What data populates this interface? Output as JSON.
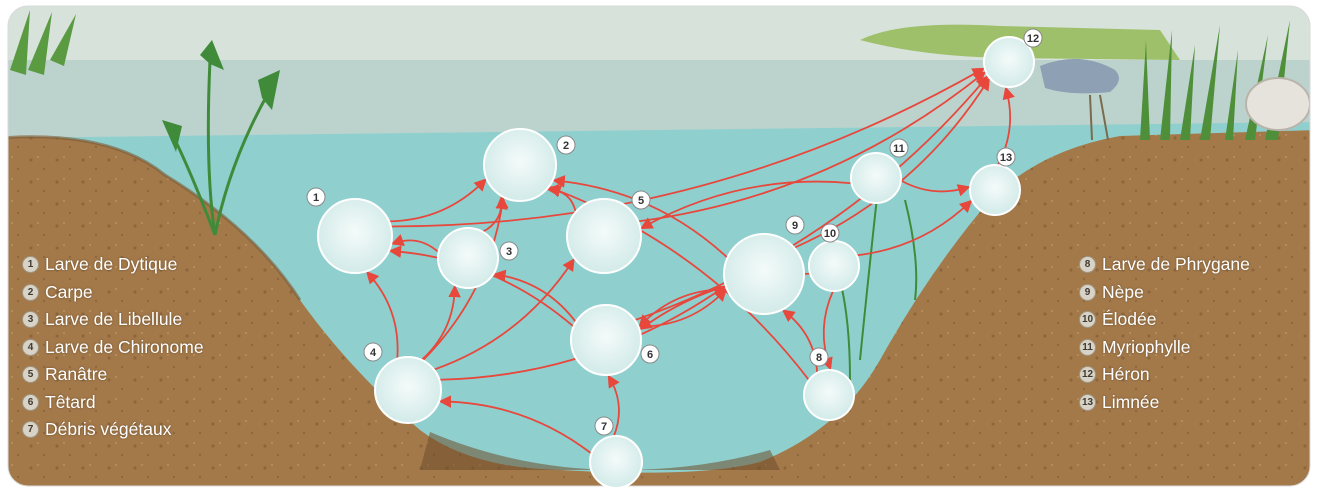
{
  "legend_left": [
    {
      "num": "1",
      "label": "Larve de Dytique"
    },
    {
      "num": "2",
      "label": "Carpe"
    },
    {
      "num": "3",
      "label": "Larve de Libellule"
    },
    {
      "num": "4",
      "label": "Larve de Chironome"
    },
    {
      "num": "5",
      "label": "Ranâtre"
    },
    {
      "num": "6",
      "label": "Têtard"
    },
    {
      "num": "7",
      "label": "Débris végétaux"
    }
  ],
  "legend_right": [
    {
      "num": "8",
      "label": "Larve de Phrygane"
    },
    {
      "num": "9",
      "label": "Nèpe"
    },
    {
      "num": "10",
      "label": "Élodée"
    },
    {
      "num": "11",
      "label": "Myriophylle"
    },
    {
      "num": "12",
      "label": "Héron"
    },
    {
      "num": "13",
      "label": "Limnée"
    }
  ],
  "node_labels": [
    "1",
    "2",
    "3",
    "4",
    "5",
    "6",
    "7",
    "8",
    "9",
    "10",
    "11",
    "12",
    "13"
  ],
  "food_web_links": [
    [
      "1",
      "2"
    ],
    [
      "1",
      "12"
    ],
    [
      "3",
      "1"
    ],
    [
      "3",
      "2"
    ],
    [
      "4",
      "1"
    ],
    [
      "4",
      "2"
    ],
    [
      "4",
      "3"
    ],
    [
      "4",
      "5"
    ],
    [
      "4",
      "9"
    ],
    [
      "5",
      "2"
    ],
    [
      "5",
      "12"
    ],
    [
      "6",
      "1"
    ],
    [
      "6",
      "3"
    ],
    [
      "6",
      "9"
    ],
    [
      "6",
      "12"
    ],
    [
      "7",
      "4"
    ],
    [
      "7",
      "6"
    ],
    [
      "8",
      "9"
    ],
    [
      "8",
      "2"
    ],
    [
      "9",
      "2"
    ],
    [
      "9",
      "12"
    ],
    [
      "9",
      "6"
    ],
    [
      "10",
      "6"
    ],
    [
      "10",
      "8"
    ],
    [
      "10",
      "13"
    ],
    [
      "11",
      "13"
    ],
    [
      "11",
      "5"
    ],
    [
      "13",
      "12"
    ]
  ],
  "colors": {
    "arrow": "#e8473c",
    "water": "#8fd0cf",
    "sky": "#b9cfc9",
    "soil": "#a3794a",
    "node_fill": "#dff3f2"
  }
}
